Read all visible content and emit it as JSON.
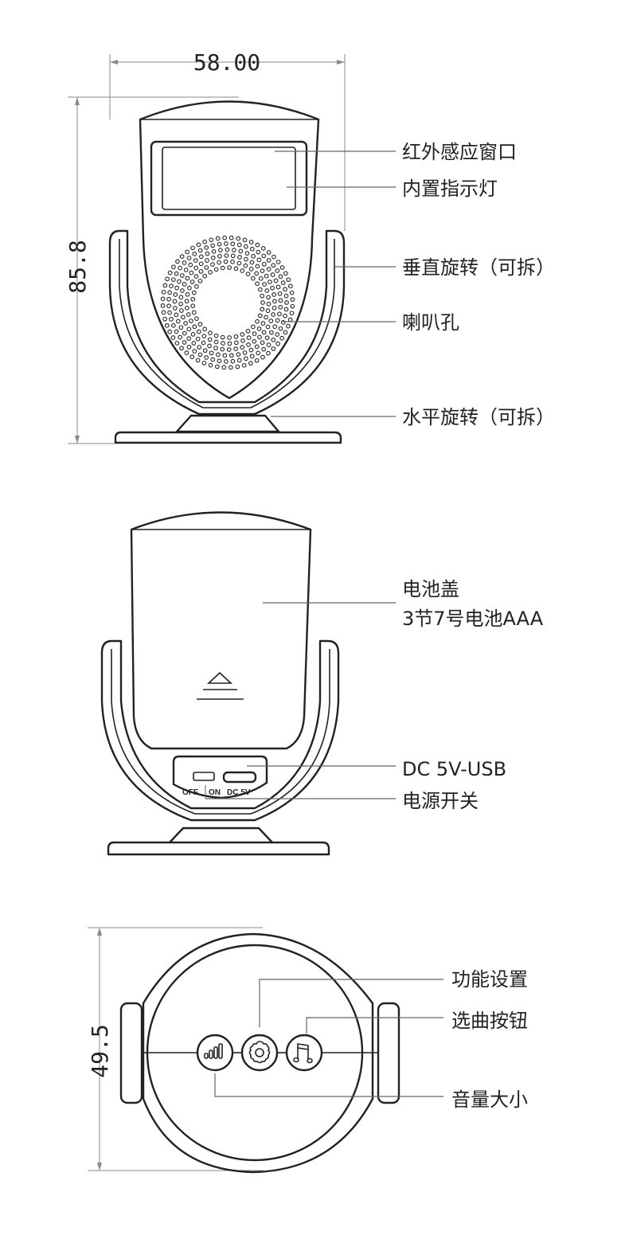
{
  "front_view": {
    "width_dim": "58.00",
    "height_dim": "85.8",
    "labels": [
      "红外感应窗口",
      "内置指示灯",
      "垂直旋转（可拆）",
      "喇叭孔",
      "水平旋转（可拆）"
    ]
  },
  "back_view": {
    "labels": [
      "电池盖",
      "3节7号电池AAA",
      "DC 5V-USB",
      "电源开关"
    ],
    "panel": {
      "off": "OFF",
      "on": "ON",
      "dc": "DC 5V"
    }
  },
  "top_view": {
    "depth_dim": "49.5",
    "labels": [
      "功能设置",
      "选曲按钮",
      "音量大小"
    ]
  }
}
